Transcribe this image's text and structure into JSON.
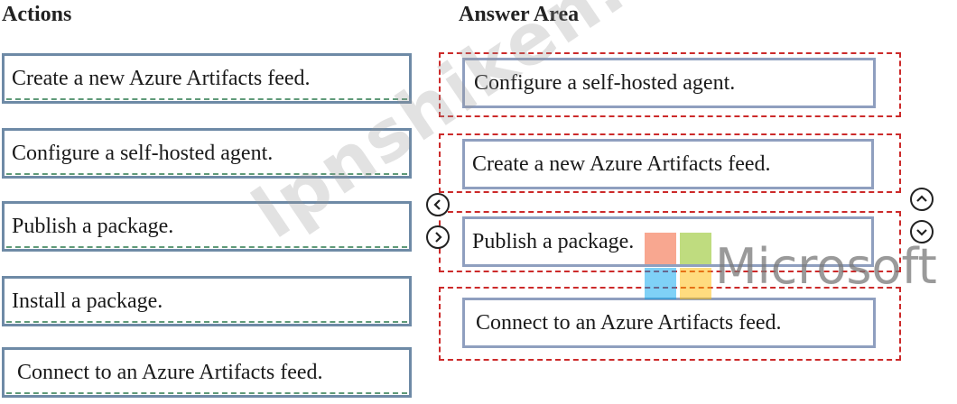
{
  "headings": {
    "actions": "Actions",
    "answer_area": "Answer Area"
  },
  "actions": [
    {
      "label": "Create a new Azure Artifacts feed."
    },
    {
      "label": "Configure a self-hosted agent."
    },
    {
      "label": "Publish a package."
    },
    {
      "label": "Install a package."
    },
    {
      "label": "Connect to an Azure Artifacts feed."
    }
  ],
  "answer_area": [
    {
      "label": "Configure a self-hosted agent."
    },
    {
      "label": "Create a new Azure Artifacts feed."
    },
    {
      "label": "Publish a package."
    },
    {
      "label": "Connect to an Azure Artifacts feed."
    }
  ],
  "controls": {
    "move_left_icon": "chevron-left-icon",
    "move_right_icon": "chevron-right-icon",
    "move_up_icon": "chevron-up-icon",
    "move_down_icon": "chevron-down-icon"
  },
  "watermark": {
    "text": "lpnshiken.com",
    "brand": "Microsoft"
  },
  "colors": {
    "action_border": "#6e8aa6",
    "slot_border": "#cc2a2a",
    "answer_border": "#8f9fbf",
    "ms_red": "#f25022",
    "ms_green": "#7fba00",
    "ms_blue": "#00a4ef",
    "ms_yellow": "#ffb900"
  }
}
